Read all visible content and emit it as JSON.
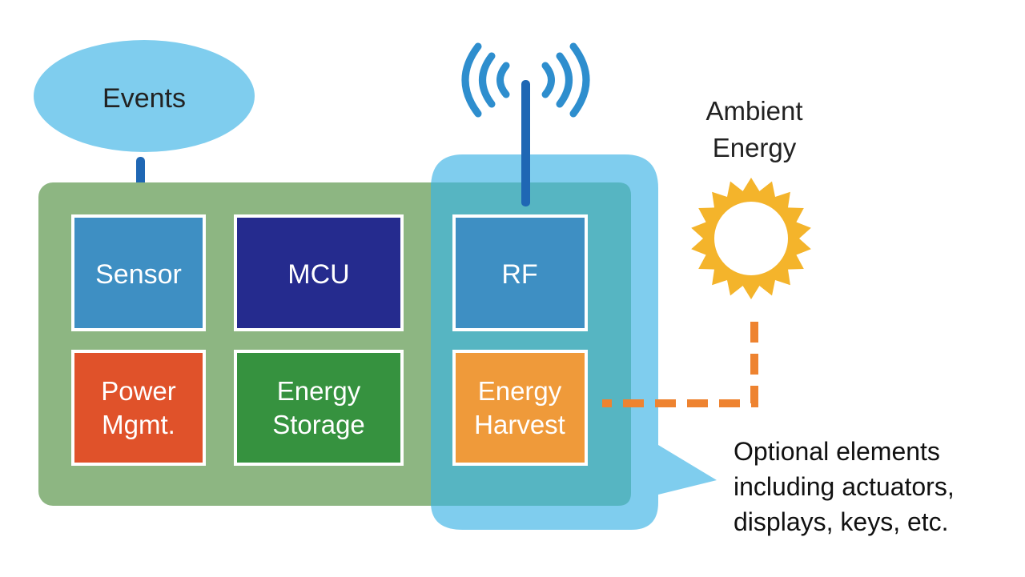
{
  "events": {
    "label": "Events"
  },
  "ambient": {
    "line1": "Ambient",
    "line2": "Energy"
  },
  "blocks": {
    "sensor": {
      "label": "Sensor"
    },
    "mcu": {
      "label": "MCU"
    },
    "rf": {
      "label": "RF"
    },
    "power": {
      "line1": "Power",
      "line2": "Mgmt."
    },
    "storage": {
      "line1": "Energy",
      "line2": "Storage"
    },
    "harvest": {
      "line1": "Energy",
      "line2": "Harvest"
    }
  },
  "optional": {
    "line1": "Optional elements",
    "line2": "including actuators,",
    "line3": "displays, keys, etc."
  },
  "colors": {
    "board": "#8db682",
    "optional_region": "#7fcdee",
    "inner_panel": "#56b5c2",
    "events_ellipse": "#7fcdee",
    "antenna": "#1f67b4",
    "sensor": "#3e8fc3",
    "mcu": "#252b8e",
    "rf": "#3e8fc3",
    "power": "#e0522a",
    "storage": "#36923f",
    "harvest": "#ef9a3a",
    "dashed_line": "#ee8330",
    "sun": "#f4b42b"
  },
  "icons": {
    "sun": "sun-icon",
    "antenna": "antenna-icon",
    "radio_waves": "radio-waves-icon"
  }
}
